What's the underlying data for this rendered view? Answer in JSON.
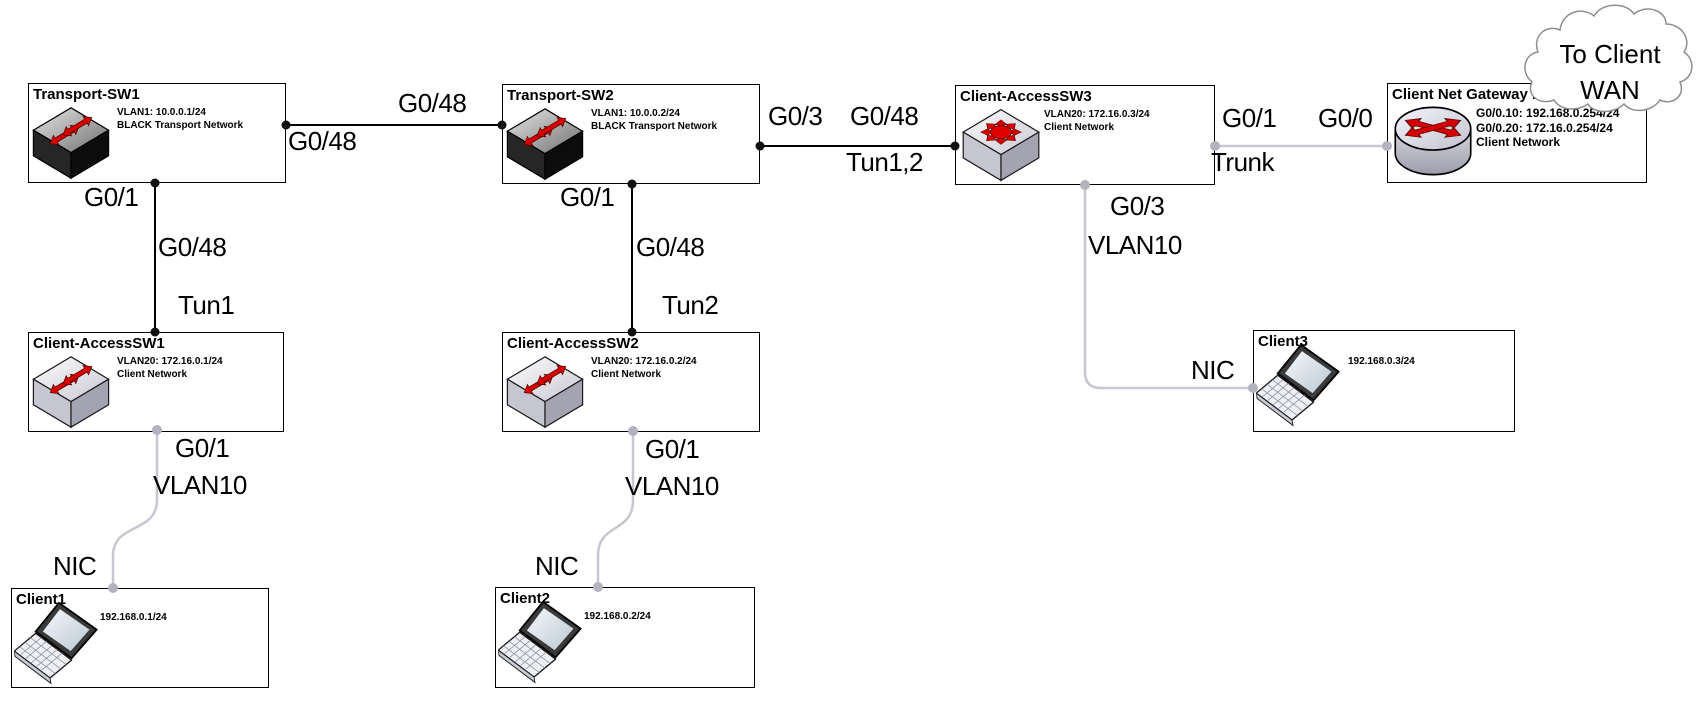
{
  "devices": {
    "transport_sw1": {
      "title": "Transport-SW1",
      "line1": "VLAN1: 10.0.0.1/24",
      "line2": "BLACK Transport Network",
      "icon": "black-transport-switch"
    },
    "transport_sw2": {
      "title": "Transport-SW2",
      "line1": "VLAN1: 10.0.0.2/24",
      "line2": "BLACK Transport Network",
      "icon": "black-transport-switch"
    },
    "access_sw3": {
      "title": "Client-AccessSW3",
      "line1": "VLAN20: 172.16.0.3/24",
      "line2": "Client Network",
      "icon": "multilayer-switch"
    },
    "gateway_rt": {
      "title": "Client Net Gateway RT",
      "line1": "G0/0.10: 192.168.0.254/24",
      "line2": "G0/0.20: 172.16.0.254/24",
      "line3": "Client Network",
      "icon": "router"
    },
    "access_sw1": {
      "title": "Client-AccessSW1",
      "line1": "VLAN20: 172.16.0.1/24",
      "line2": "Client Network",
      "icon": "workgroup-switch"
    },
    "access_sw2": {
      "title": "Client-AccessSW2",
      "line1": "VLAN20: 172.16.0.2/24",
      "line2": "Client Network",
      "icon": "workgroup-switch"
    },
    "client1": {
      "title": "Client1",
      "line1": "192.168.0.1/24",
      "icon": "laptop"
    },
    "client2": {
      "title": "Client2",
      "line1": "192.168.0.2/24",
      "icon": "laptop"
    },
    "client3": {
      "title": "Client3",
      "line1": "192.168.0.3/24",
      "icon": "laptop"
    }
  },
  "cloud": {
    "line1": "To Client",
    "line2": "WAN"
  },
  "labels": {
    "trunk_g048_a": "G0/48",
    "trunk_g048_b": "G0/48",
    "sw1_g01": "G0/1",
    "sw1_g048": "G0/48",
    "sw1_tun": "Tun1",
    "sw2_g01": "G0/1",
    "sw2_g048": "G0/48",
    "sw2_tun": "Tun2",
    "sw3_g03": "G0/3",
    "sw3_g048": "G0/48",
    "sw3_tun": "Tun1,2",
    "rt_g01": "G0/1",
    "rt_trunk": "Trunk",
    "rt_g00": "G0/0",
    "c3_g03": "G0/3",
    "c3_vlan": "VLAN10",
    "c3_nic": "NIC",
    "c1_g01": "G0/1",
    "c1_vlan": "VLAN10",
    "c1_nic": "NIC",
    "c2_g01": "G0/1",
    "c2_vlan": "VLAN10",
    "c2_nic": "NIC"
  },
  "colors": {
    "link_black": "#000000",
    "link_gray": "#c7c7d3",
    "dot_black": "#111111",
    "dot_gray": "#b3b3c0",
    "arrow_red": "#d60000",
    "box_border": "#000000",
    "cloud_stroke": "#8e8e8e"
  }
}
